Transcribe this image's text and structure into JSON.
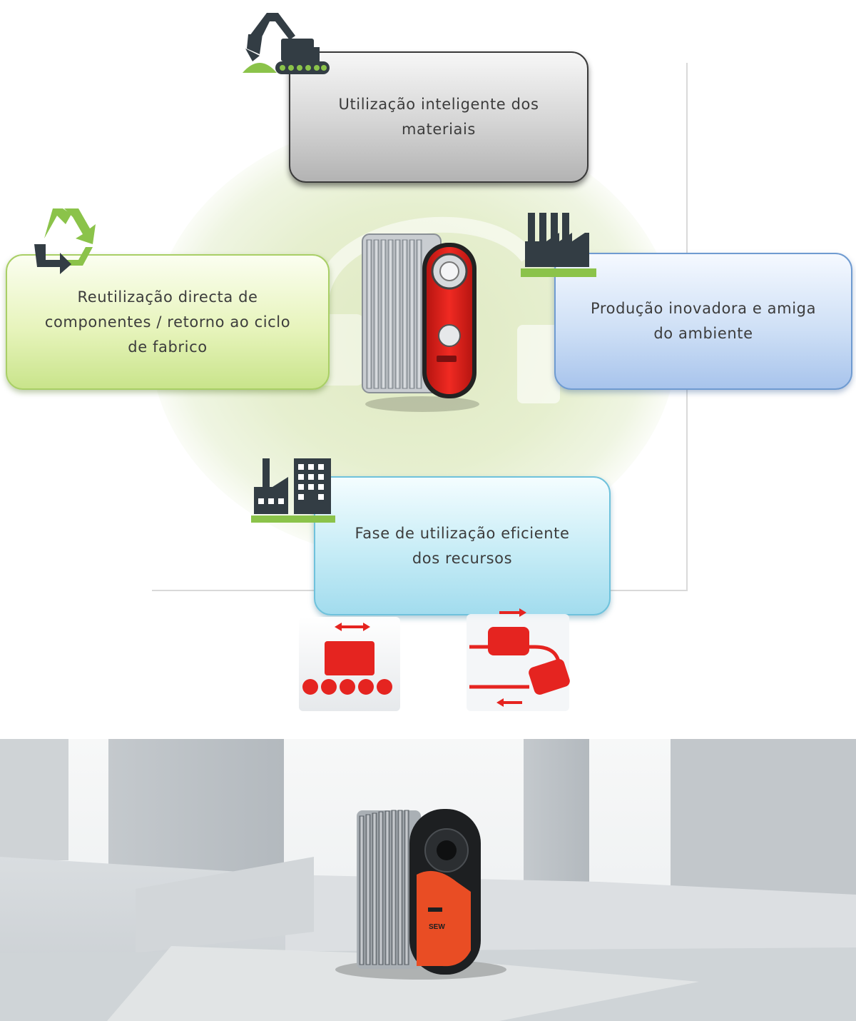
{
  "diagram": {
    "boxes": {
      "materials": "Utilização inteligente dos\nmateriais",
      "reuse": "Reutilização directa de\ncomponentes / retorno ao ciclo\nde fabrico",
      "production": "Produção inovadora e amiga\ndo ambiente",
      "usage": "Fase de utilização eficiente\ndos recursos"
    },
    "icons": [
      "excavator-icon",
      "recycle-icon",
      "factory-icon",
      "city-factory-icon",
      "conveyor-icon",
      "transport-loop-icon"
    ]
  },
  "photo": {
    "brand_label": "SEW"
  },
  "colors": {
    "device_red": "#e52420",
    "green_box": "#e7f4bc",
    "blue_box": "#cfe0f6",
    "cyan_box": "#c6ecf6",
    "gray_box": "#d4d4d4",
    "icon_dark": "#333d44",
    "icon_green": "#8bc34a"
  }
}
